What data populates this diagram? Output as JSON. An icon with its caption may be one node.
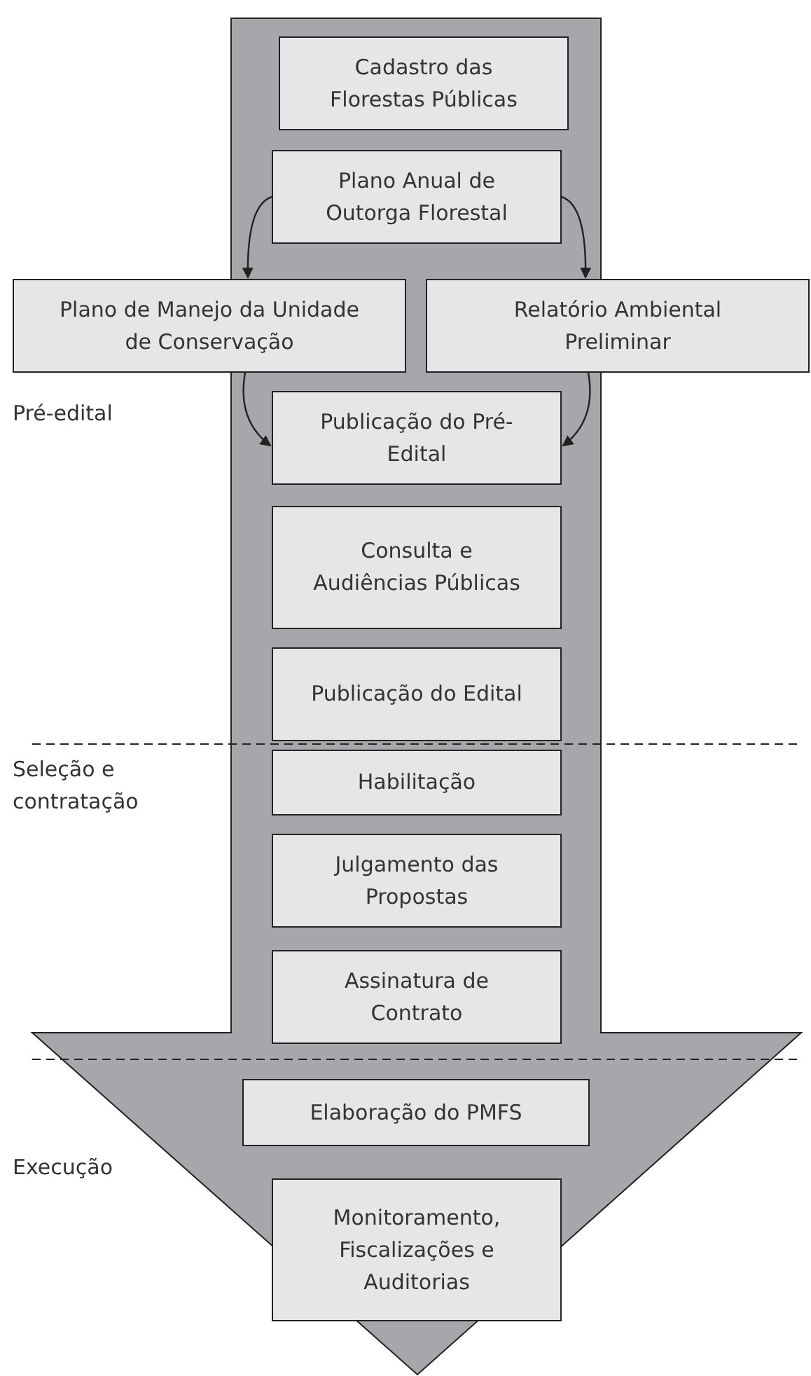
{
  "diagram": {
    "nodes": [
      {
        "text": [
          "Cadastro das Florestas Públicas"
        ]
      },
      {
        "text": [
          "Plano Anual de Outorga Florestal"
        ]
      },
      {
        "text": [
          "Plano de Manejo da Unidade de Conservação"
        ]
      },
      {
        "text": [
          "Relatório Ambiental Preliminar"
        ]
      },
      {
        "text": [
          "Publicação do Pré-Edital"
        ]
      },
      {
        "text": [
          "Consulta e Audiências Públicas"
        ]
      },
      {
        "text": [
          "Publicação do Edital"
        ]
      },
      {
        "text": [
          "Habilitação"
        ]
      },
      {
        "text": [
          "Julgamento das Propostas"
        ]
      },
      {
        "text": [
          "Assinatura de Contrato"
        ]
      },
      {
        "text": [
          "Elaboração do PMFS"
        ]
      },
      {
        "text": [
          "Monitoramento, Fiscalizações e Auditorias"
        ]
      }
    ],
    "edges": [
      {
        "from": 1,
        "to": 2,
        "arrow": "to"
      },
      {
        "from": 1,
        "to": 3,
        "arrow": "to"
      },
      {
        "from": 2,
        "to": 4,
        "arrow": "to"
      },
      {
        "from": 3,
        "to": 4,
        "arrow": "to"
      }
    ],
    "labels": [
      "Pré-edital",
      "Seleção e contratação",
      "Execução"
    ]
  }
}
